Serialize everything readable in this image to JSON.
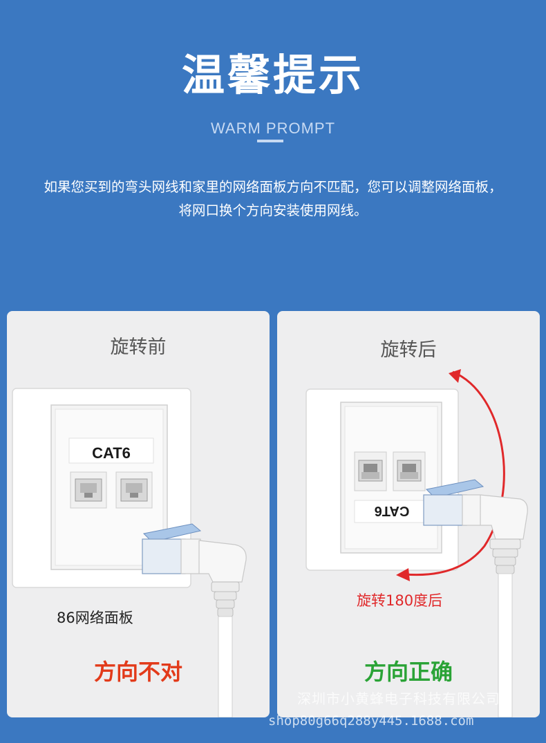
{
  "header": {
    "title": "温馨提示",
    "subtitle": "WARM PROMPT",
    "description": "如果您买到的弯头网线和家里的网络面板方向不匹配，您可以调整网络面板，将网口换个方向安装使用网线。"
  },
  "cards": {
    "before": {
      "title": "旋转前",
      "panel_text": "CAT6",
      "panel_label": "86网络面板",
      "verdict": "方向不对"
    },
    "after": {
      "title": "旋转后",
      "panel_text": "CAT6",
      "rotate_label": "旋转180度后",
      "verdict": "方向正确"
    }
  },
  "watermark": {
    "company": "深圳市小黄蜂电子科技有限公司",
    "shop": "shop80g66q288y445.1688.com"
  },
  "colors": {
    "background": "#3b78c1",
    "card": "#eeeeef",
    "wrong": "#e23a1a",
    "correct": "#2aa336",
    "arrow": "#e0282a"
  }
}
